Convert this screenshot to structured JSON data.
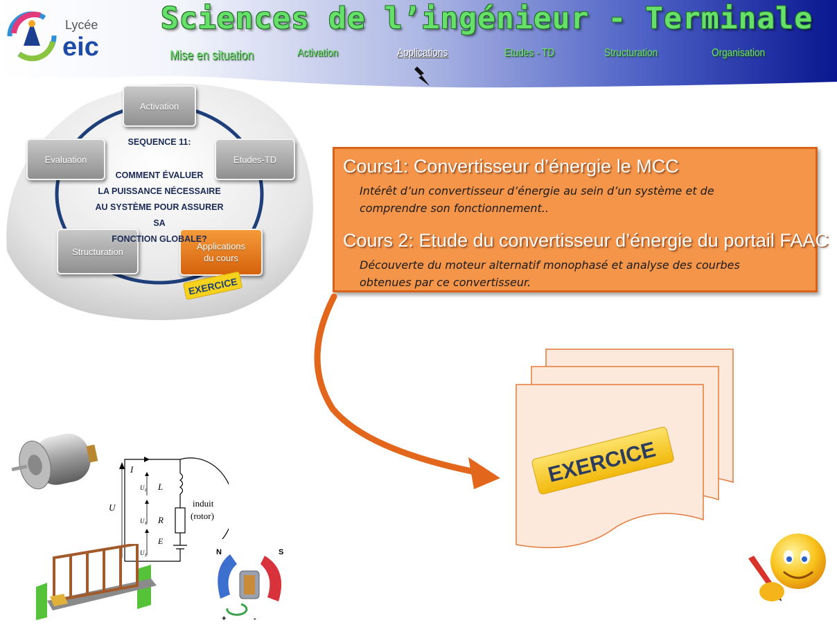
{
  "header": {
    "logo_text_top": "Lycée",
    "logo_text_bottom": "eic",
    "title": "Sciences de l’ingénieur - Terminale",
    "nav": [
      {
        "label": "Mise en situation"
      },
      {
        "label": "Activation"
      },
      {
        "label": "Applications"
      },
      {
        "label": "Etudes - TD"
      },
      {
        "label": "Structuration"
      },
      {
        "label": "Organisation"
      }
    ]
  },
  "cycle": {
    "steps": {
      "activation": "Activation",
      "etudes": "Etudes-TD",
      "evaluation": "Evaluation",
      "structuration": "Structuration",
      "applications_line1": "Applications",
      "applications_line2": "du cours"
    },
    "sequence_title": "SEQUENCE 11:",
    "question_lines": [
      "COMMENT ÉVALUER",
      "LA PUISSANCE NÉCESSAIRE",
      "AU SYSTÈME POUR ASSURER SA",
      "FONCTION GLOBALE?"
    ],
    "badge": "EXERCICE"
  },
  "courses": [
    {
      "title": "Cours1: Convertisseur d’énergie le MCC",
      "desc_lines": [
        "Intérêt d’un convertisseur d’énergie au sein d’un système et de",
        "comprendre son fonctionnement.."
      ]
    },
    {
      "title": "Cours 2: Etude du convertisseur d’énergie du portail FAAC",
      "desc_lines": [
        "Découverte du moteur alternatif monophasé et analyse des courbes",
        "obtenues par ce convertisseur."
      ]
    }
  ],
  "exercise_sticker": "EXERCICE",
  "circuit": {
    "current": "I",
    "voltage": "U",
    "ul": "U",
    "ul_sub": "L",
    "ur": "U",
    "ur_sub": "R",
    "ue": "U",
    "ue_sub": "E",
    "inductor": "L",
    "resistor": "R",
    "emf": "E",
    "label_line1": "induit",
    "label_line2": "(rotor)"
  },
  "magnet": {
    "north": "N",
    "south": "S",
    "plus": "+",
    "minus": "-"
  },
  "colors": {
    "accent_orange": "#f5954a",
    "header_blue": "#0b1a8c",
    "nav_green": "#6fe070"
  }
}
